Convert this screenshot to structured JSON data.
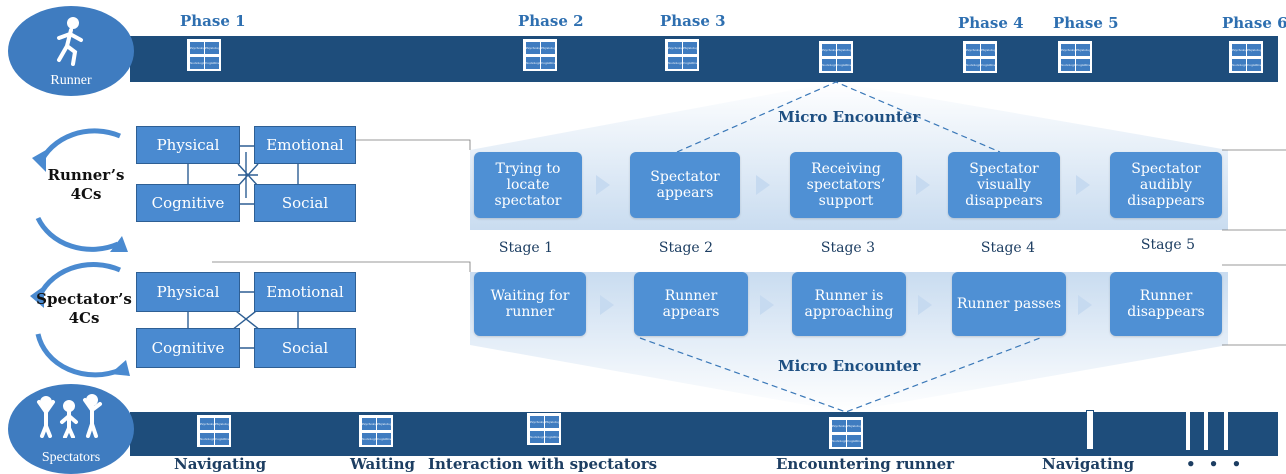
{
  "phases": [
    "Phase 1",
    "Phase 2",
    "Phase 3",
    "Phase 4",
    "Phase 5",
    "Phase 6"
  ],
  "runner": {
    "label": "Runner"
  },
  "spectators": {
    "label": "Spectators"
  },
  "mini_grid": {
    "cells": [
      "Psychological",
      "Physiological",
      "Sociological",
      "Cognitive"
    ]
  },
  "runner_4cs": {
    "title": "Runner’s\n4Cs",
    "boxes": [
      "Physical",
      "Emotional",
      "Cognitive",
      "Social"
    ]
  },
  "spectator_4cs": {
    "title": "Spectator’s\n4Cs",
    "boxes": [
      "Physical",
      "Emotional",
      "Cognitive",
      "Social"
    ]
  },
  "micro_encounter_label": "Micro Encounter",
  "runner_stages": [
    "Trying to locate spectator",
    "Spectator appears",
    "Receiving spectators’ support",
    "Spectator visually disappears",
    "Spectator audibly disappears"
  ],
  "spectator_stages": [
    "Waiting for runner",
    "Runner appears",
    "Runner is approaching",
    "Runner passes",
    "Runner disappears"
  ],
  "stage_numbers": [
    "Stage 1",
    "Stage 2",
    "Stage 3",
    "Stage 4",
    "Stage 5"
  ],
  "bottom_labels": [
    "Navigating",
    "Waiting",
    "Interaction with spectators",
    "Encountering runner",
    "Navigating",
    "• • •"
  ],
  "colors": {
    "bar": "#1e4d7b",
    "accent": "#4f90d4",
    "phase_text": "#2e6fb0"
  }
}
